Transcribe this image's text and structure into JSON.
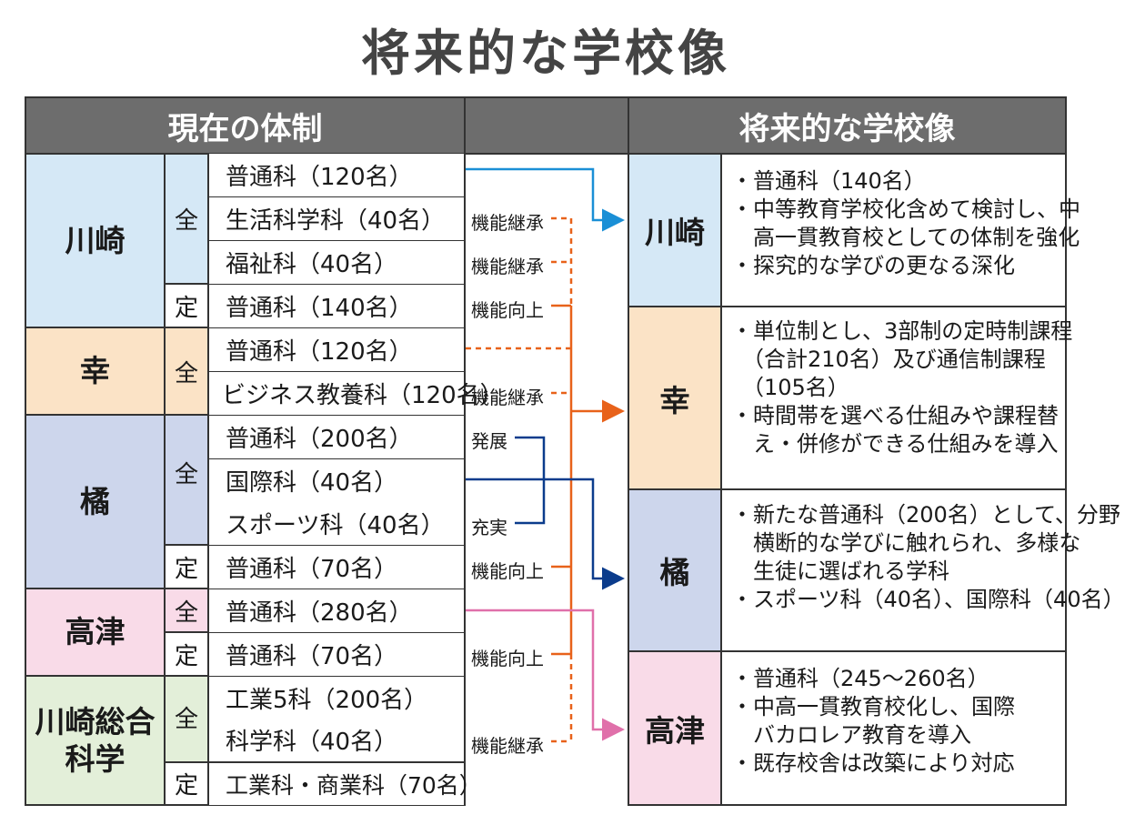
{
  "title": "将来的な学校像",
  "headers": {
    "current": "現在の体制",
    "future": "将来的な学校像"
  },
  "colors": {
    "kawasaki": "#d5e8f6",
    "saiwai": "#fbe3c6",
    "tachibana": "#cdd6ec",
    "takatsu": "#f9dbe8",
    "sogo": "#e3efd9",
    "header": "#6d6d6d",
    "orange": "#e8621a",
    "blue": "#1a8fd6",
    "navy": "#0b3c8c",
    "pink": "#e070aa"
  },
  "current": {
    "kawasaki": {
      "name": "川崎",
      "zen": "全",
      "tei": "定",
      "courses": [
        "普通科（120名）",
        "生活科学科（40名）",
        "福祉科（40名）",
        "普通科（140名）"
      ]
    },
    "saiwai": {
      "name": "幸",
      "zen": "全",
      "courses": [
        "普通科（120名）",
        "ビジネス教養科（120名）"
      ]
    },
    "tachibana": {
      "name": "橘",
      "zen": "全",
      "tei": "定",
      "courses": [
        "普通科（200名）",
        "国際科（40名）",
        "スポーツ科（40名）",
        "普通科（70名）"
      ]
    },
    "takatsu": {
      "name": "高津",
      "zen": "全",
      "tei": "定",
      "courses": [
        "普通科（280名）",
        "普通科（70名）"
      ]
    },
    "sogo": {
      "name_line1": "川崎総合",
      "name_line2": "科学",
      "zen": "全",
      "tei": "定",
      "courses": [
        "工業5科（200名）",
        "科学科（40名）",
        "工業科・商業科（70名）"
      ]
    }
  },
  "links": {
    "kino_keisho": "機能継承",
    "kino_kojo": "機能向上",
    "hatten": "発展",
    "jujitsu": "充実"
  },
  "future": {
    "kawasaki": {
      "name": "川崎",
      "lines": [
        "・普通科（140名）",
        "・中等教育学校化含めて検討し、中",
        "　高一貫教育校としての体制を強化",
        "・探究的な学びの更なる深化"
      ]
    },
    "saiwai": {
      "name": "幸",
      "lines": [
        "・単位制とし、3部制の定時制課程",
        "　（合計210名）及び通信制課程",
        "　（105名）",
        "・時間帯を選べる仕組みや課程替",
        "　え・併修ができる仕組みを導入"
      ]
    },
    "tachibana": {
      "name": "橘",
      "lines": [
        "・新たな普通科（200名）として、分野",
        "　横断的な学びに触れられ、多様な",
        "　生徒に選ばれる学科",
        "・スポーツ科（40名）、国際科（40名）"
      ]
    },
    "takatsu": {
      "name": "高津",
      "lines": [
        "・普通科（245～260名）",
        "・中高一貫教育校化し、国際",
        "　バカロレア教育を導入",
        "・既存校舎は改築により対応"
      ]
    }
  }
}
